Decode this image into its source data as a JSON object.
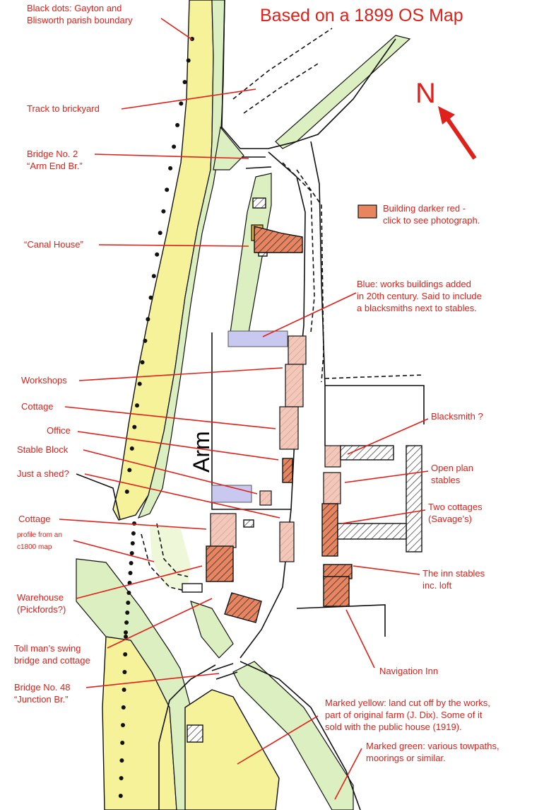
{
  "title": "Based on a 1899 OS Map",
  "north_letter": "N",
  "arm_label": "Arm",
  "colors": {
    "label_red": "#e0201a",
    "yellow_land": "#f5f29a",
    "green_towpath": "#dcefc0",
    "blue_works": "#c8c8f0",
    "building_dark": "#e8845f",
    "building_light": "#f3c8b8"
  },
  "legend": {
    "building": [
      "Building darker red -",
      "click to see photograph."
    ]
  },
  "labels": {
    "parish": [
      "Black dots: Gayton and",
      "Blisworth parish boundary"
    ],
    "track": [
      "Track to brickyard"
    ],
    "bridge2": [
      "Bridge No. 2",
      "“Arm End Br.”"
    ],
    "canal_house": [
      "“Canal House”"
    ],
    "blue": [
      "Blue: works buildings added",
      "in 20th century. Said to include",
      "a blacksmiths next to stables."
    ],
    "workshops": [
      "Workshops"
    ],
    "cottage1": [
      "Cottage"
    ],
    "office": [
      "Office"
    ],
    "stable_block": [
      "Stable Block"
    ],
    "shed": [
      "Just a shed?"
    ],
    "blacksmith": [
      "Blacksmith ?"
    ],
    "open_plan": [
      "Open plan",
      "stables"
    ],
    "cottage2": [
      "Cottage"
    ],
    "profile": [
      "profile from an",
      "c1800 map"
    ],
    "two_cottages": [
      "Two cottages",
      "(Savage’s)"
    ],
    "inn_stables": [
      "The inn stables",
      "inc. loft"
    ],
    "warehouse": [
      "Warehouse",
      "(Pickfords?)"
    ],
    "toll": [
      "Toll man’s swing",
      "bridge and cottage"
    ],
    "navigation": [
      "Navigation Inn"
    ],
    "bridge48": [
      "Bridge No. 48",
      "“Junction Br.”"
    ],
    "yellow": [
      "Marked yellow: land cut off by the works,",
      "part of original farm (J. Dix).  Some of it",
      "sold with the public house (1919)."
    ],
    "green": [
      "Marked green: various towpaths,",
      "moorings or similar."
    ]
  }
}
